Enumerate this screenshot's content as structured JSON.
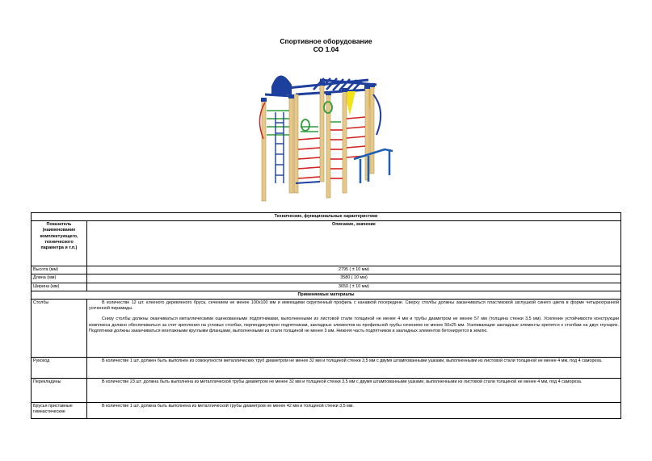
{
  "document": {
    "title_line1": "Спортивное оборудование",
    "title_line2": "СО 1.04"
  },
  "colors": {
    "post": "#e6c98a",
    "steel": "#1d3f9e",
    "accent_red": "#d42020",
    "accent_green": "#2f9e3a",
    "accent_yellow": "#f2e21a",
    "rail": "#1a5fb4"
  },
  "icons": {
    "figure": "playground-equipment-illustration"
  },
  "table": {
    "section_title": "Технические, функциональные характеристики",
    "col_header_1": "Показатель (наименование комплектующего, технического параметра и т.п.)",
    "col_header_2": "Описание, значение",
    "dimensions": [
      {
        "name": "Высота (мм)",
        "value": "2795 ( ± 10 мм)"
      },
      {
        "name": "Длина (мм)",
        "value": "3580 (    10 мм)"
      },
      {
        "name": "Ширина (мм)",
        "value": "3650 ( ± 10 мм)"
      }
    ],
    "materials_title": "Применяемые материалы",
    "materials": [
      {
        "name": "Столбы",
        "p1": "В количестве 12 шт. клееного деревянного бруса, сечением не менее 100х100 мм и имеющими скругленный профиль с канавкой посередине. Сверху столбы должны заканчиваться пластиковой заглушкой синего цвета в форме четырехгранной усеченной пирамиды.",
        "p2": "Снизу столбы должны оканчиваться металлическими оцинкованными подпятниками, выполненными из листовой стали толщиной не менее 4 мм и трубы диаметром не менее 57 мм (толщина стенки 3,5 мм). Усиление устойчивости конструкции комплекса должно обеспечиваться за счет крепления на угловых столбах, перпендикулярно подпятникам, закладных элементов из профильной трубы сечением не менее 50х25 мм. Усиливающие закладные элементы крепятся к столбам на двух глухарях. Подпятники должны заканчиваться монтажными круглыми фланцами, выполненными из стали толщиной не менее 3 мм. Нижняя часть подпятников и закладных элементов бетонируется в землю."
      },
      {
        "name": "Рукоход",
        "p1": "В количестве 1 шт. должен быть выполнен из совокупности металлических труб диаметром не менее 32 мм и толщиной стенки 3,5 мм с двумя штампованными ушками, выполненными из листовой стали толщиной не менее 4 мм, под 4 самореза."
      },
      {
        "name": "Перекладины",
        "p1": "В количестве 23 шт. должна быть выполнена из металлической трубы диаметром не менее 32 мм и толщиной стенки 3,5 мм с двумя штампованными ушками, выполненными из листовой стали толщиной не менее 4 мм, под 4 самореза."
      },
      {
        "name": "Брусья приставные гимнастические",
        "p1": "В количестве 1 шт. должна быть выполнена из металлической трубы диаметром не менее 42 мм и толщиной стенки 3,5 мм."
      }
    ]
  }
}
